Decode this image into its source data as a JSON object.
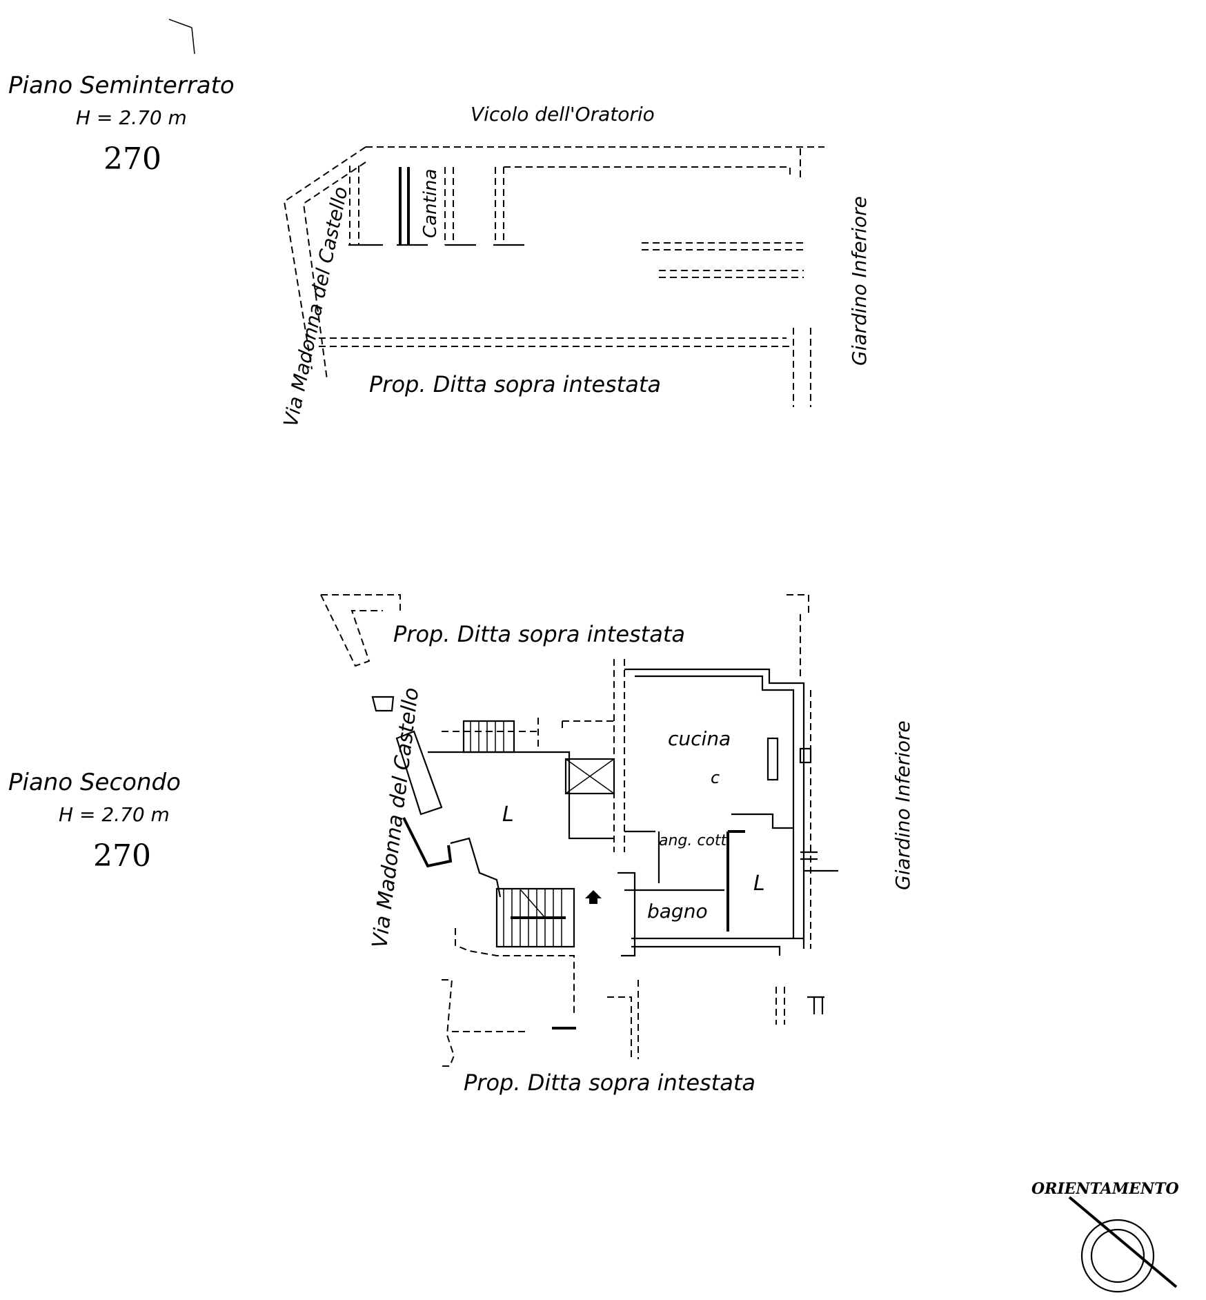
{
  "title_semi": "Piano Seminterrato",
  "height_semi": "H = 2.70 m",
  "number_semi": "270",
  "title_second": "Piano Secondo",
  "height_second": "H = 2.70 m",
  "number_second": "270",
  "streets": {
    "vicolo": "Vicolo dell'Oratorio",
    "via_madonna_top": "Via Madonna del Castello",
    "via_madonna_bottom": "Via Madonna del Castello",
    "giardino_top": "Giardino Inferiore",
    "giardino_bottom": "Giardino Inferiore"
  },
  "property_labels": {
    "semi_bottom": "Prop. Ditta sopra intestata",
    "second_top": "Prop. Ditta sopra intestata",
    "second_bottom": "Prop. Ditta sopra intestata"
  },
  "rooms": {
    "cantina": "Cantina",
    "cucina": "cucina",
    "ang_cott": "ang. cott.",
    "bagno": "bagno",
    "letto_symbol_1": "L",
    "letto_symbol_2": "L",
    "c_symbol": "c"
  },
  "orientation": "ORIENTAMENTO",
  "colors": {
    "ink": "#000000",
    "paper": "#ffffff"
  }
}
